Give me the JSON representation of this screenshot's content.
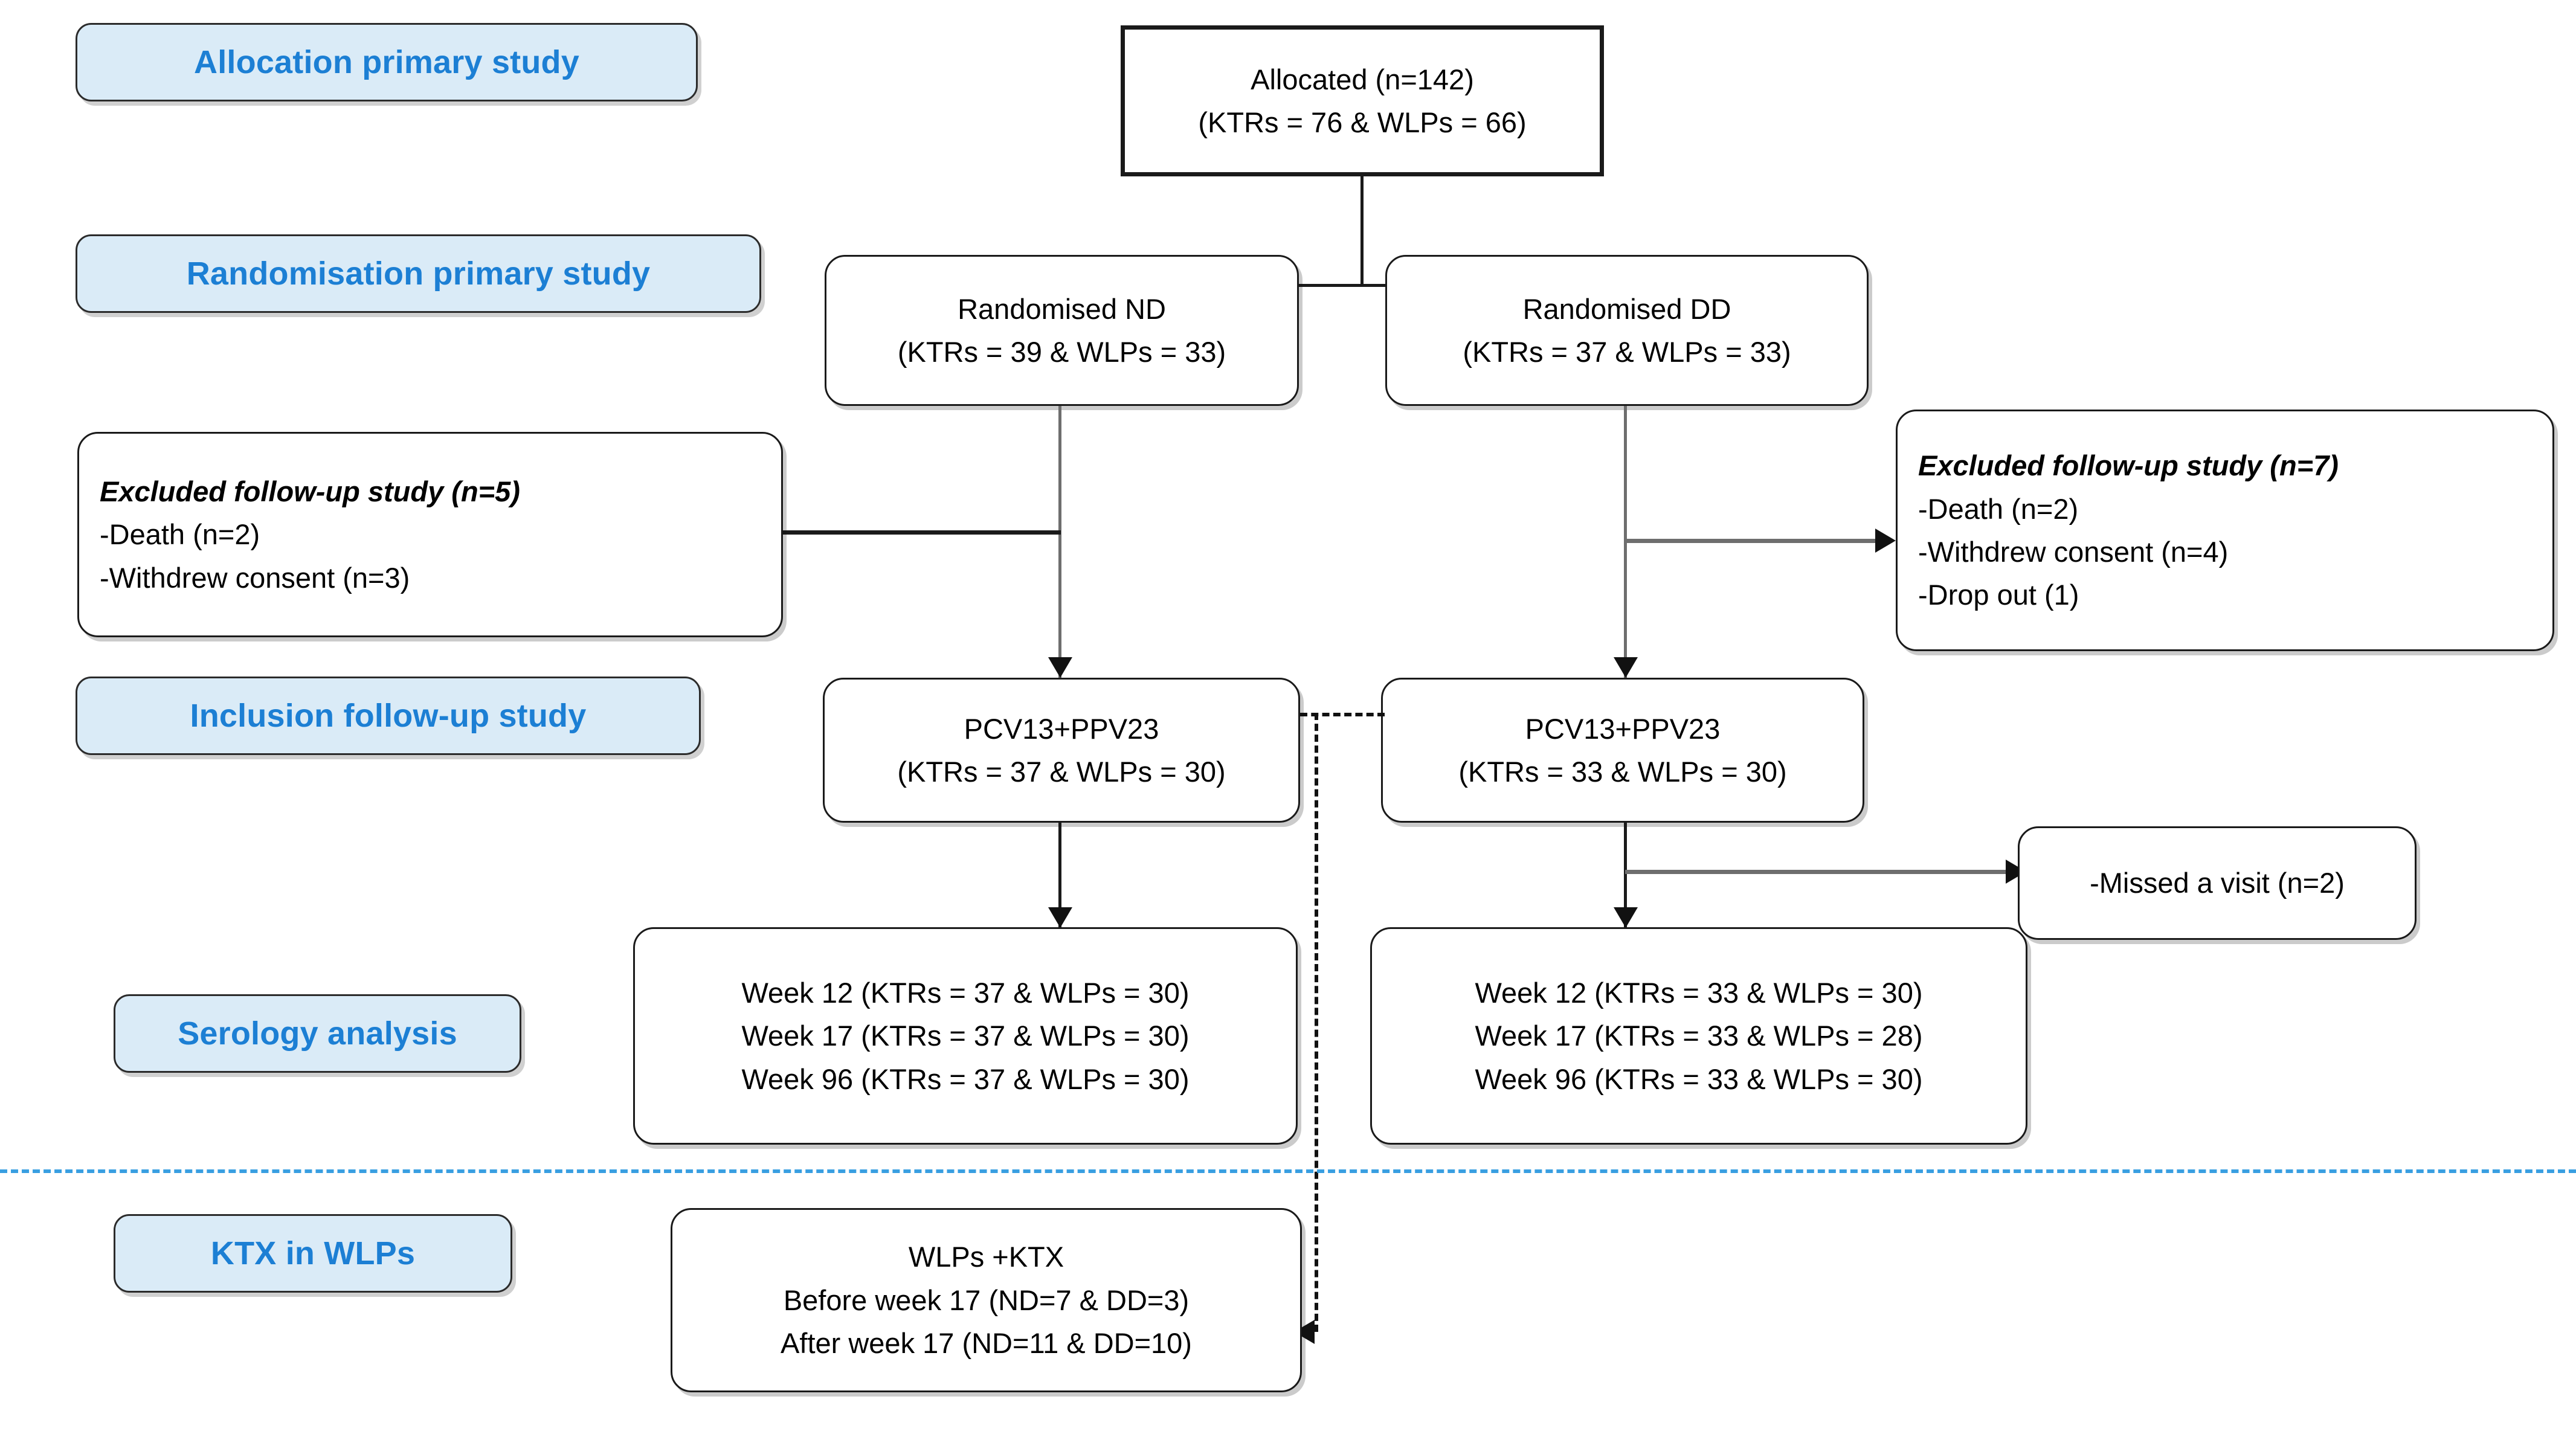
{
  "diagram": {
    "title": "CONSORT-style participant flow diagram",
    "accent_color": "#1c7fd4",
    "stage_label_bg": "#daebf7",
    "separator_color": "#2f9ae0"
  },
  "stage_labels": [
    {
      "id": "allocation",
      "text": "Allocation primary study"
    },
    {
      "id": "randomisation",
      "text": "Randomisation primary study"
    },
    {
      "id": "inclusion",
      "text": "Inclusion follow-up study"
    },
    {
      "id": "serology",
      "text": "Serology analysis"
    },
    {
      "id": "ktx",
      "text": "KTX in WLPs"
    }
  ],
  "nodes": {
    "allocated": {
      "line1": "Allocated (n=142)",
      "line2": "(KTRs = 76 & WLPs = 66)"
    },
    "randomised_nd": {
      "line1": "Randomised ND",
      "line2": "(KTRs = 39 & WLPs = 33)"
    },
    "randomised_dd": {
      "line1": "Randomised DD",
      "line2": "(KTRs = 37 & WLPs = 33)"
    },
    "excluded_left": {
      "line1": "Excluded follow-up study (n=5)",
      "line2": "-Death (n=2)",
      "line3": "-Withdrew consent (n=3)"
    },
    "excluded_right": {
      "line1": "Excluded follow-up study (n=7)",
      "line2": "-Death (n=2)",
      "line3": "-Withdrew consent (n=4)",
      "line4": "-Drop out (1)"
    },
    "vaccine_nd": {
      "line1": "PCV13+PPV23",
      "line2": "(KTRs = 37 & WLPs = 30)"
    },
    "vaccine_dd": {
      "line1": "PCV13+PPV23",
      "line2": "(KTRs = 33 & WLPs = 30)"
    },
    "missed_visit": {
      "line1": "-Missed a visit (n=2)"
    },
    "serology_nd": {
      "line1": "Week 12 (KTRs = 37 & WLPs = 30)",
      "line2": "Week 17 (KTRs = 37 & WLPs = 30)",
      "line3": "Week 96 (KTRs = 37 & WLPs = 30)"
    },
    "serology_dd": {
      "line1": "Week 12 (KTRs = 33 & WLPs = 30)",
      "line2": "Week 17 (KTRs = 33 & WLPs = 28)",
      "line3": "Week 96 (KTRs = 33 & WLPs = 30)"
    },
    "wlps_ktx": {
      "line1": "WLPs +KTX",
      "line2": "Before week 17 (ND=7 & DD=3)",
      "line3": "After week 17 (ND=11 & DD=10)"
    }
  }
}
